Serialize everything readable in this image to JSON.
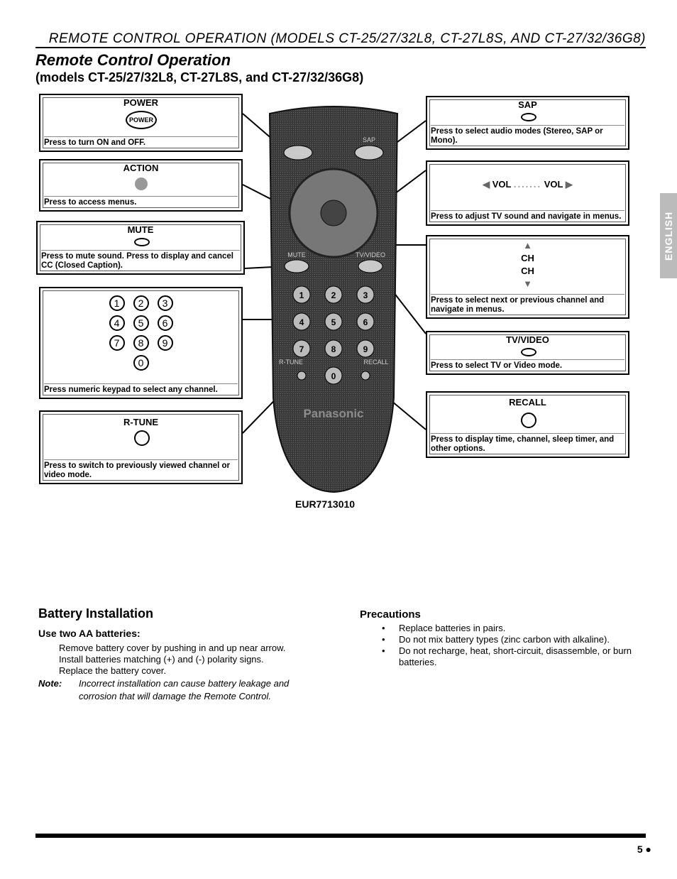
{
  "header": {
    "running_head": "REMOTE CONTROL OPERATION (MODELS CT-25/27/32L8, CT-27L8S, AND CT-27/32/36G8)",
    "title": "Remote Control Operation",
    "subtitle": "(models CT-25/27/32L8, CT-27L8S, and CT-27/32/36G8)"
  },
  "side_tab": "ENGLISH",
  "remote": {
    "brand": "Panasonic",
    "model": "EUR7713010",
    "key_labels": {
      "power": "POWER",
      "sap": "SAP",
      "mute": "MUTE",
      "tv_video": "TV/VIDEO",
      "r_tune": "R-TUNE",
      "recall": "RECALL"
    },
    "keypad": [
      "1",
      "2",
      "3",
      "4",
      "5",
      "6",
      "7",
      "8",
      "9",
      "0"
    ]
  },
  "callouts": {
    "power": {
      "label": "POWER",
      "icon_text": "POWER",
      "desc": "Press to turn ON and OFF."
    },
    "action": {
      "label": "ACTION",
      "desc": "Press to access menus."
    },
    "mute": {
      "label": "MUTE",
      "desc": "Press to mute sound. Press to display and cancel CC (Closed Caption)."
    },
    "keypad": {
      "desc": "Press numeric keypad to select any channel."
    },
    "rtune": {
      "label": "R-TUNE",
      "desc": "Press to switch to previously viewed channel or video mode."
    },
    "sap": {
      "label": "SAP",
      "desc": "Press to select audio modes (Stereo, SAP or Mono)."
    },
    "vol": {
      "left": "VOL",
      "right": "VOL",
      "desc": "Press to adjust TV sound and navigate in menus."
    },
    "ch": {
      "up": "CH",
      "down": "CH",
      "desc": "Press to select next or previous channel and navigate in menus."
    },
    "tvvideo": {
      "label": "TV/VIDEO",
      "desc": "Press to select TV or Video mode."
    },
    "recall": {
      "label": "RECALL",
      "desc": "Press to display time, channel, sleep timer, and other options."
    }
  },
  "battery": {
    "heading": "Battery Installation",
    "subheading": "Use two AA batteries:",
    "lines": [
      "Remove battery cover by pushing in and up near arrow.",
      "Install batteries matching (+) and (-) polarity signs.",
      "Replace the battery cover."
    ],
    "note_label": "Note:",
    "note_line1": "Incorrect installation can cause battery leakage and",
    "note_line2": "corrosion that will damage the Remote Control."
  },
  "precautions": {
    "heading": "Precautions",
    "items": [
      "Replace batteries in pairs.",
      "Do not mix battery types (zinc carbon with alkaline).",
      "Do not recharge, heat, short-circuit, disassemble, or burn batteries."
    ]
  },
  "footer": {
    "page": "5"
  }
}
